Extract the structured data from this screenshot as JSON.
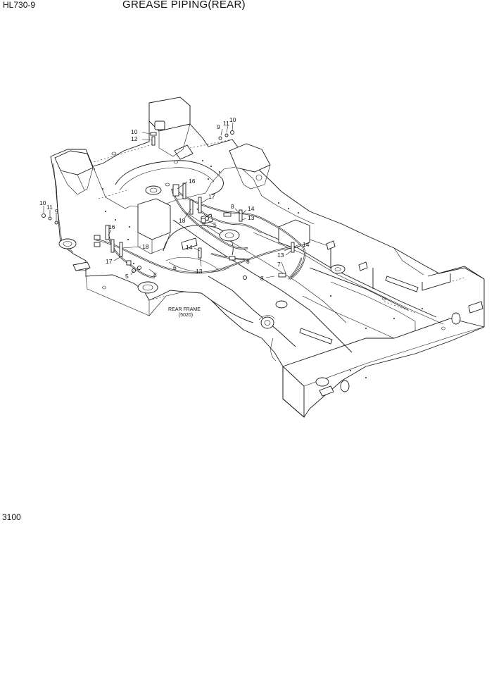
{
  "header": {
    "model": "HL730-9",
    "title": "GREASE PIPING(REAR)"
  },
  "page_number": "3100",
  "frame_label": {
    "line1": "REAR FRAME",
    "line2": "(5020)"
  },
  "callouts": {
    "c10a": "10",
    "c12a": "12",
    "c9a": "9",
    "c11a": "11",
    "c10b": "10",
    "c10c": "10",
    "c11b": "11",
    "c9b": "9",
    "c16a": "16",
    "c17a": "17",
    "c18a": "18",
    "c8a": "8",
    "c14a": "14",
    "c13a": "13",
    "c5a": "5",
    "c16b": "16",
    "c18b": "18",
    "c17b": "17",
    "c5b": "5",
    "c8b": "8",
    "c6": "6",
    "c14b": "14",
    "c13b": "13",
    "c8c": "8",
    "c13c": "13",
    "c14c": "14",
    "c7": "7",
    "c8d": "8"
  }
}
